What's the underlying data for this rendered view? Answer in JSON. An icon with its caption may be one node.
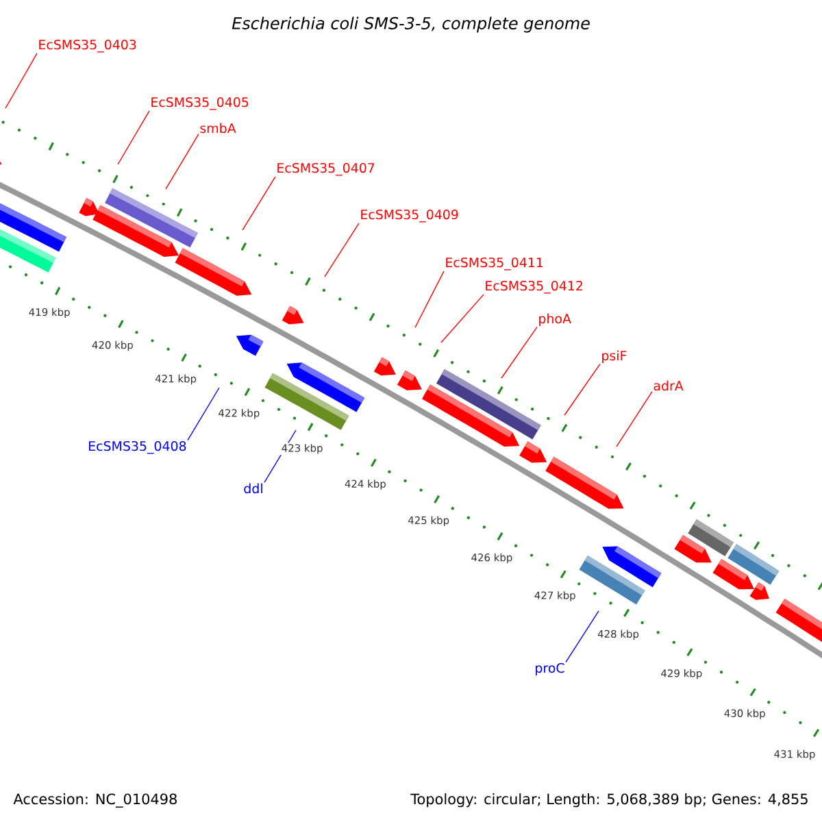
{
  "diagram": {
    "title": "Escherichia coli SMS-3-5, complete genome",
    "nodes": [
      {
        "text": [
          "EcSMS35_0403"
        ]
      },
      {
        "text": [
          "EcSMS35_0405"
        ]
      },
      {
        "text": [
          "smbA"
        ]
      },
      {
        "text": [
          "EcSMS35_0407"
        ]
      },
      {
        "text": [
          "EcSMS35_0409"
        ]
      },
      {
        "text": [
          "EcSMS35_0411"
        ]
      },
      {
        "text": [
          "EcSMS35_0412"
        ]
      },
      {
        "text": [
          "phoA"
        ]
      },
      {
        "text": [
          "psiF"
        ]
      },
      {
        "text": [
          "adrA"
        ]
      },
      {
        "text": [
          "EcSMS35_0408"
        ]
      },
      {
        "text": [
          "ddl"
        ]
      },
      {
        "text": [
          "proC"
        ]
      }
    ],
    "edges": [
      {
        "from": 0,
        "to": null,
        "arrow": "none"
      },
      {
        "from": 1,
        "to": null,
        "arrow": "none"
      },
      {
        "from": 2,
        "to": null,
        "arrow": "none"
      },
      {
        "from": 3,
        "to": null,
        "arrow": "none"
      },
      {
        "from": 4,
        "to": null,
        "arrow": "none"
      },
      {
        "from": 5,
        "to": null,
        "arrow": "none"
      },
      {
        "from": 6,
        "to": null,
        "arrow": "none"
      },
      {
        "from": 7,
        "to": null,
        "arrow": "none"
      },
      {
        "from": 8,
        "to": null,
        "arrow": "none"
      },
      {
        "from": 9,
        "to": null,
        "arrow": "none"
      },
      {
        "from": 10,
        "to": null,
        "arrow": "none",
        "color": "#0000ff"
      },
      {
        "from": 11,
        "to": null,
        "arrow": "none",
        "color": "#0000ff"
      },
      {
        "from": 12,
        "to": null,
        "arrow": "none",
        "color": "#0000ff"
      }
    ],
    "labels": [
      "419 kbp",
      "420 kbp",
      "421 kbp",
      "422 kbp",
      "423 kbp",
      "424 kbp",
      "425 kbp",
      "426 kbp",
      "427 kbp",
      "428 kbp",
      "429 kbp",
      "430 kbp",
      "431 kbp",
      "Accession: NC_010498",
      "Topology: circular; Length: 5,068,389 bp; Genes: 4,855"
    ]
  }
}
